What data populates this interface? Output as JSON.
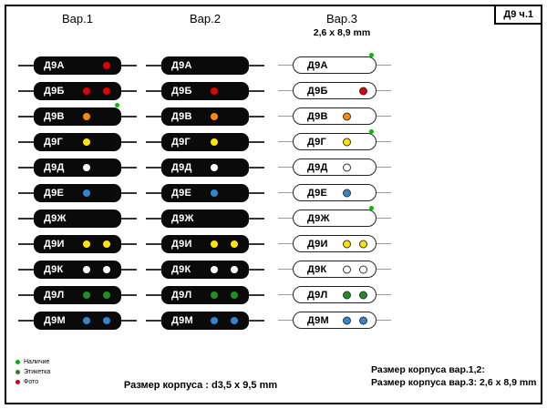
{
  "title_box": "Д9 ч.1",
  "columns": [
    {
      "header": "Вар.1"
    },
    {
      "header": "Вар.2"
    },
    {
      "header": "Вар.3",
      "subtitle": "2,6 x 8,9 mm"
    }
  ],
  "colors": {
    "red": "#e00000",
    "orange": "#ff8a00",
    "yellow": "#ffe400",
    "white": "#ffffff",
    "blue": "#2f86d2",
    "green": "#1f9020",
    "avail": "#00c000"
  },
  "legend": [
    {
      "label": "Наличие",
      "color": "#00b400"
    },
    {
      "label": "Этикетка",
      "color": "#2e7d32"
    },
    {
      "label": "Фото",
      "color": "#d40000"
    }
  ],
  "footer": {
    "center": "Размер корпуса : d3,5 x 9,5 mm",
    "right1": "Размер корпуса вар.1,2:",
    "right2": "Размер корпуса вар.3: 2,6 x 8,9 mm"
  },
  "rows": [
    {
      "label": "Д9А",
      "v1": [
        "red@2"
      ],
      "v2": [],
      "v3": [],
      "v3flag": "avail"
    },
    {
      "label": "Д9Б",
      "v1": [
        "red@1",
        "red@2"
      ],
      "v2": [
        "red@1"
      ],
      "v3": [
        "red@2"
      ]
    },
    {
      "label": "Д9В",
      "v1": [
        "orange@1"
      ],
      "v1flag": "avail",
      "v2": [
        "orange@1"
      ],
      "v3": [
        "orange@1"
      ]
    },
    {
      "label": "Д9Г",
      "v1": [
        "yellow@1"
      ],
      "v2": [
        "yellow@1"
      ],
      "v3": [
        "yellow@1"
      ],
      "v3flag": "avail"
    },
    {
      "label": "Д9Д",
      "v1": [
        "white@1"
      ],
      "v2": [
        "white@1"
      ],
      "v3": [
        "white@1"
      ]
    },
    {
      "label": "Д9Е",
      "v1": [
        "blue@1"
      ],
      "v2": [
        "blue@1"
      ],
      "v3": [
        "blue@1"
      ]
    },
    {
      "label": "Д9Ж",
      "v1": [],
      "v2": [],
      "v3": [],
      "v3flag": "avail"
    },
    {
      "label": "Д9И",
      "v1": [
        "yellow@1",
        "yellow@2"
      ],
      "v2": [
        "yellow@1",
        "yellow@2"
      ],
      "v3": [
        "yellow@1",
        "yellow@2"
      ]
    },
    {
      "label": "Д9К",
      "v1": [
        "white@1",
        "white@2"
      ],
      "v2": [
        "white@1",
        "white@2"
      ],
      "v3": [
        "white@1",
        "white@2"
      ]
    },
    {
      "label": "Д9Л",
      "v1": [
        "green@1",
        "green@2"
      ],
      "v2": [
        "green@1",
        "green@2"
      ],
      "v3": [
        "green@1",
        "green@2"
      ]
    },
    {
      "label": "Д9М",
      "v1": [
        "blue@1",
        "blue@2"
      ],
      "v2": [
        "blue@1",
        "blue@2"
      ],
      "v3": [
        "blue@1",
        "blue@2"
      ]
    }
  ]
}
